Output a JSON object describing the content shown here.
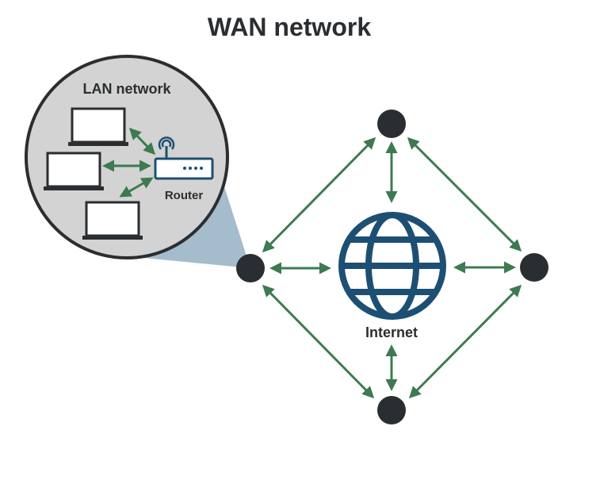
{
  "title": "WAN network",
  "lan_label": "LAN network",
  "router_label": "Router",
  "internet_label": "Internet",
  "colors": {
    "text": "#2b2e31",
    "node": "#2b2e31",
    "arrow": "#3d7a4f",
    "globe": "#1d4f73",
    "router": "#1d4f73",
    "zoom_fill": "#d3d3d3",
    "zoom_cone": "#a4bccb"
  },
  "icons": {
    "globe": "globe-icon",
    "router": "router-icon",
    "laptop": "laptop-icon",
    "node": "node-dot"
  }
}
